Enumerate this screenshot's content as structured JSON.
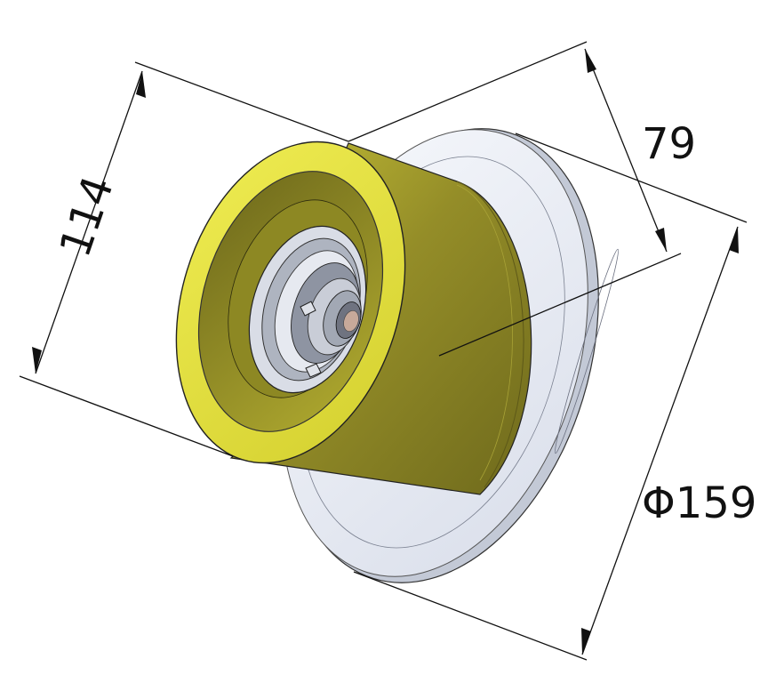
{
  "drawing": {
    "dimensions": {
      "height_label": "114",
      "width_label": "79",
      "diameter_label": "Φ159"
    },
    "colors": {
      "roller_yellow": "#e4e13a",
      "roller_olive": "#8a8424",
      "flange_light": "#eef1f8",
      "flange_edge": "#b4bac8",
      "bearing_grey": "#b9bfcb",
      "line": "#111111"
    }
  }
}
